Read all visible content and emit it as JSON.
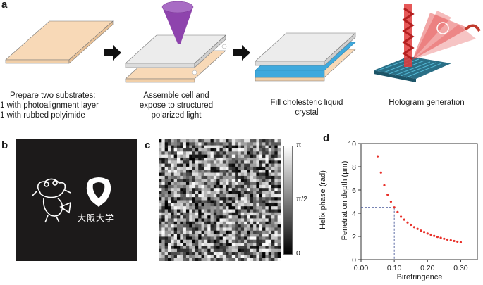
{
  "panel_labels": {
    "a": "a",
    "b": "b",
    "c": "c",
    "d": "d"
  },
  "panel_a": {
    "step1_caption": [
      "Prepare two substrates:",
      "1 with photoalignment layer",
      "1 with rubbed polyimide"
    ],
    "step2_caption": [
      "Assemble cell and",
      "expose to structured",
      "polarized light"
    ],
    "step3_caption": [
      "Fill cholesteric liquid",
      "crystal"
    ],
    "step4_caption": [
      "Hologram generation"
    ],
    "colors": {
      "substrate": "#f8d9b7",
      "glass": "#e6e6e6",
      "lc": "#3fa9dd",
      "cone": "#8e44ad",
      "beam": "#e23b3b"
    }
  },
  "panel_b": {
    "logo_text": "大阪大学"
  },
  "panel_c": {
    "colorbar_ticks": [
      "π",
      "π/2",
      "0"
    ],
    "colorbar_label": "Helix phase (rad)"
  },
  "chart_data": {
    "type": "scatter",
    "xlabel": "Birefringence",
    "ylabel": "Penetration depth (μm)",
    "xlim": [
      0,
      0.35
    ],
    "ylim": [
      0,
      10
    ],
    "xticks": [
      "0.00",
      "0.10",
      "0.20",
      "0.30"
    ],
    "yticks": [
      "0",
      "2",
      "4",
      "6",
      "8",
      "10"
    ],
    "marker_color": "#e8312a",
    "x": [
      0.05,
      0.06,
      0.07,
      0.08,
      0.09,
      0.1,
      0.11,
      0.12,
      0.13,
      0.14,
      0.15,
      0.16,
      0.17,
      0.18,
      0.19,
      0.2,
      0.21,
      0.22,
      0.23,
      0.24,
      0.25,
      0.26,
      0.27,
      0.28,
      0.29,
      0.3
    ],
    "values": [
      8.9,
      7.5,
      6.4,
      5.6,
      5.0,
      4.5,
      4.1,
      3.7,
      3.45,
      3.2,
      3.0,
      2.8,
      2.65,
      2.5,
      2.38,
      2.25,
      2.15,
      2.05,
      1.96,
      1.88,
      1.8,
      1.73,
      1.67,
      1.61,
      1.55,
      1.5
    ],
    "guide": {
      "x": 0.1,
      "y": 4.5
    }
  }
}
